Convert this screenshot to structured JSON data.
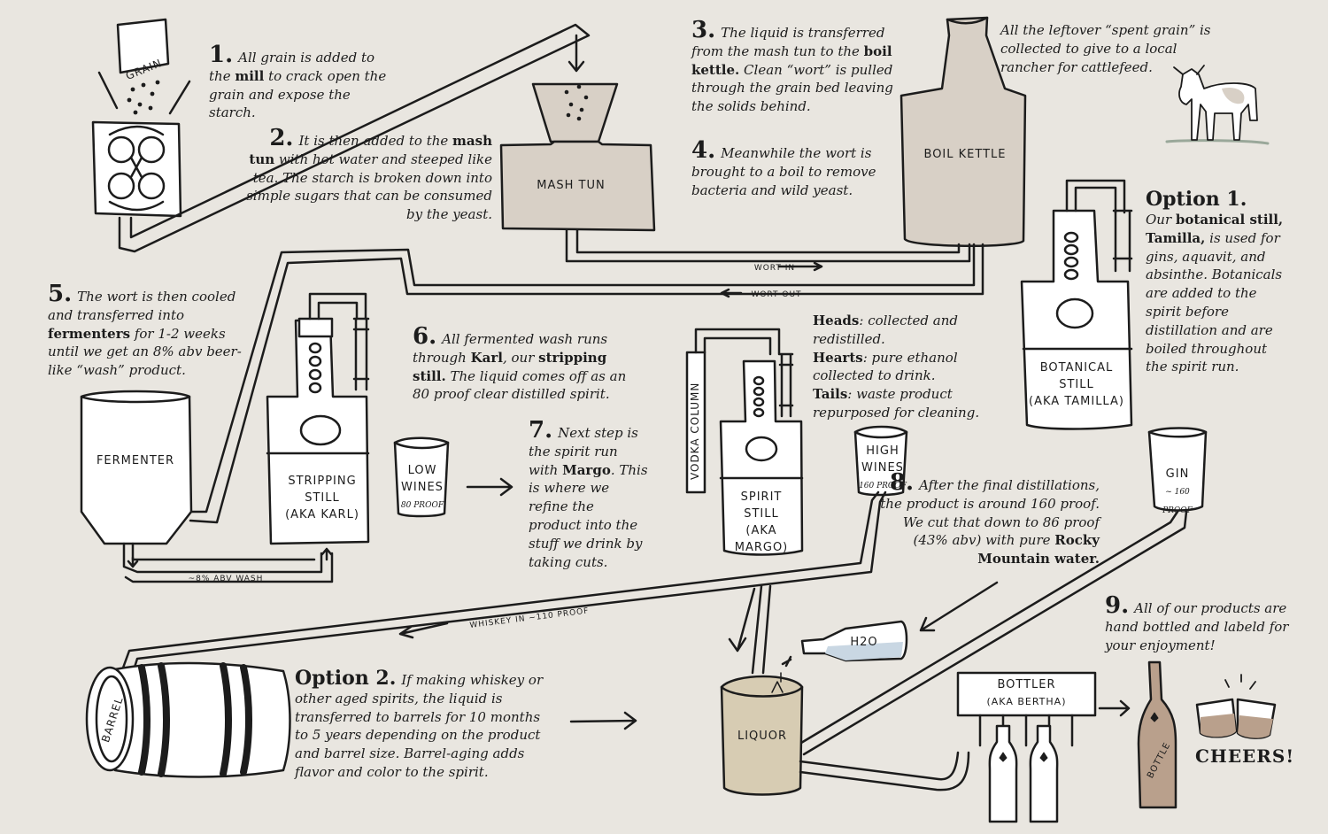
{
  "steps": {
    "s1": {
      "num": "1.",
      "pre": "All grain is added to the",
      "bold": "mill",
      "post": "to crack open the grain and expose the starch."
    },
    "s2": {
      "num": "2.",
      "pre": "It is then added to the",
      "bold": "mash tun",
      "post": "with hot water and steeped like tea. The starch is broken down into simple sugars that can be consumed by the yeast."
    },
    "s3": {
      "num": "3.",
      "pre": "The liquid is transferred from the mash tun to the",
      "bold": "boil kettle.",
      "post": "Clean “wort” is pulled through the grain bed leaving the solids behind."
    },
    "s4": {
      "num": "4.",
      "text": "Meanwhile the wort is brought to a boil to remove bacteria and wild yeast."
    },
    "s5": {
      "num": "5.",
      "pre": "The wort is then cooled and transferred into",
      "bold": "fermenters",
      "post": "for 1-2 weeks until we get an 8% abv beer-like “wash” product."
    },
    "s6": {
      "num": "6.",
      "pre": "All fermented wash runs through",
      "bold1": "Karl",
      "mid": ", our",
      "bold2": "stripping still.",
      "post": "The liquid comes off as an 80 proof clear distilled spirit."
    },
    "s7": {
      "num": "7.",
      "pre": "Next step is the spirit run with",
      "bold": "Margo",
      "post": ". This is where we refine the product into the stuff we drink by taking cuts."
    },
    "s8": {
      "num": "8.",
      "pre": "After the final distillations, the product is around 160 proof. We cut that down to 86 proof (43% abv) with pure",
      "bold": "Rocky Mountain water."
    },
    "s9": {
      "num": "9.",
      "text": "All of our products are hand bottled and labeld for your enjoyment!"
    }
  },
  "spent_grain": "All the leftover “spent grain” is collected to give to a local rancher for cattlefeed.",
  "cuts": {
    "heads_label": "Heads",
    "heads_text": ": collected and redistilled.",
    "hearts_label": "Hearts",
    "hearts_text": ": pure ethanol collected to drink.",
    "tails_label": "Tails",
    "tails_text": ": waste product repurposed for cleaning."
  },
  "option1": {
    "title": "Option 1.",
    "pre": "Our",
    "bold": "botanical still, Tamilla,",
    "post": "is used for gins, aquavit, and absinthe. Botanicals are added to the spirit before distillation and are boiled throughout the spirit run."
  },
  "option2": {
    "title": "Option 2.",
    "text": "If making whiskey or other aged spirits, the liquid is transferred to barrels for 10 months to 5 years depending on the product and barrel size. Barrel-aging adds flavor and color to the spirit."
  },
  "labels": {
    "grain": "GRAIN",
    "mash_tun": "MASH TUN",
    "boil_kettle": "BOIL KETTLE",
    "wort_in": "WORT IN",
    "wort_out": "WORT OUT",
    "fermenter": "FERMENTER",
    "abv_wash": "~8% ABV WASH",
    "stripping_still_1": "STRIPPING",
    "stripping_still_2": "STILL",
    "stripping_still_3": "(AKA KARL)",
    "low_wines_1": "LOW",
    "low_wines_2": "WINES",
    "low_wines_3": "80 PROOF",
    "vodka_column": "VODKA COLUMN",
    "spirit_still_1": "SPIRIT",
    "spirit_still_2": "STILL",
    "spirit_still_3": "(AKA MARGO)",
    "high_wines_1": "HIGH",
    "high_wines_2": "WINES",
    "high_wines_3": "160 PROOF",
    "botanical_1": "BOTANICAL",
    "botanical_2": "STILL",
    "botanical_3": "(AKA TAMILLA)",
    "gin_1": "GIN",
    "gin_2": "~ 160 PROOF",
    "whiskey_in": "WHISKEY IN ~110 PROOF",
    "barrel": "BARREL",
    "h2o": "H2O",
    "liquor": "LIQUOR",
    "bottler_1": "BOTTLER",
    "bottler_2": "(AKA BERTHA)",
    "bottle": "BOTTLE",
    "cheers": "CHEERS!"
  },
  "colors": {
    "background": "#e9e6e0",
    "ink": "#1c1c1c",
    "vessel_fill": "#d8d0c6",
    "liquor_fill": "#d7ccb3",
    "bottle_fill": "#b9a08c",
    "water": "#c9d7e3",
    "grass": "#9aa89a"
  }
}
